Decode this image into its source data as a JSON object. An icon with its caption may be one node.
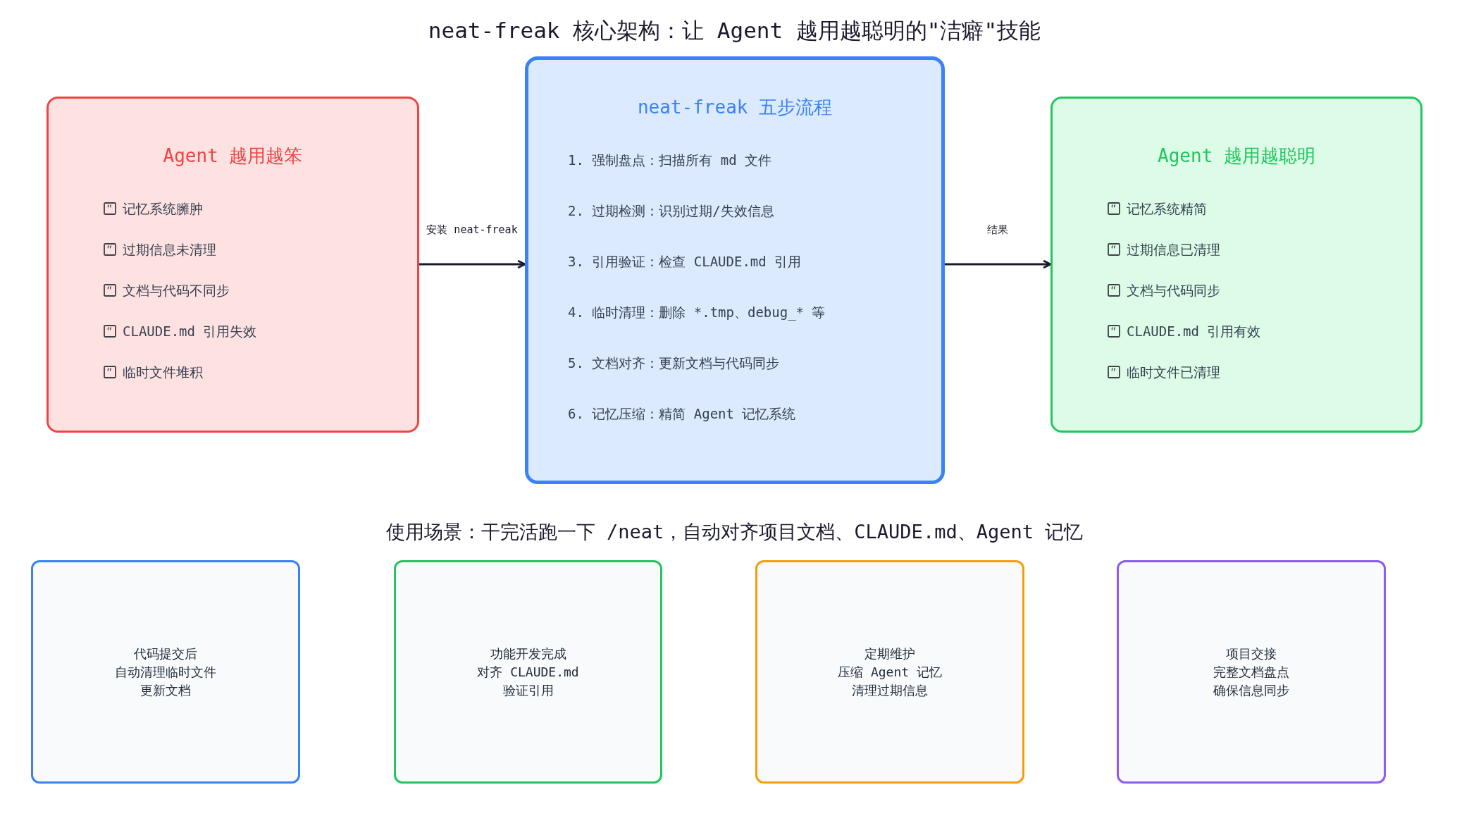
{
  "diagram": {
    "title": "neat-freak 核心架构：让 Agent 越用越聪明的\"洁癖\"技能",
    "nodes": [
      {
        "text": [
          "Agent 越用越笨",
          "记忆系统臃肿",
          "过期信息未清理",
          "文档与代码不同步",
          "CLAUDE.md 引用失效",
          "临时文件堆积"
        ]
      },
      {
        "text": [
          "neat-freak 五步流程",
          "1. 强制盘点：扫描所有 md 文件",
          "2. 过期检测：识别过期/失效信息",
          "3. 引用验证：检查 CLAUDE.md 引用",
          "4. 临时清理：删除 *.tmp、debug_* 等",
          "5. 文档对齐：更新文档与代码同步",
          "6. 记忆压缩：精简 Agent 记忆系统"
        ]
      },
      {
        "text": [
          "Agent 越用越聪明",
          "记忆系统精简",
          "过期信息已清理",
          "文档与代码同步",
          "CLAUDE.md 引用有效",
          "临时文件已清理"
        ]
      },
      {
        "text": [
          "代码提交后",
          "自动清理临时文件",
          "更新文档"
        ]
      },
      {
        "text": [
          "功能开发完成",
          "对齐 CLAUDE.md",
          "验证引用"
        ]
      },
      {
        "text": [
          "定期维护",
          "压缩 Agent 记忆",
          "清理过期信息"
        ]
      },
      {
        "text": [
          "项目交接",
          "完整文档盘点",
          "确保信息同步"
        ]
      }
    ],
    "edges": [
      {
        "from": 0,
        "to": 1,
        "arrow": "to",
        "label": "安装 neat-freak"
      },
      {
        "from": 1,
        "to": 2,
        "arrow": "to",
        "label": "结果"
      }
    ],
    "labels": [
      "使用场景：干完活跑一下 /neat，自动对齐项目文档、CLAUDE.md、Agent 记忆"
    ]
  }
}
